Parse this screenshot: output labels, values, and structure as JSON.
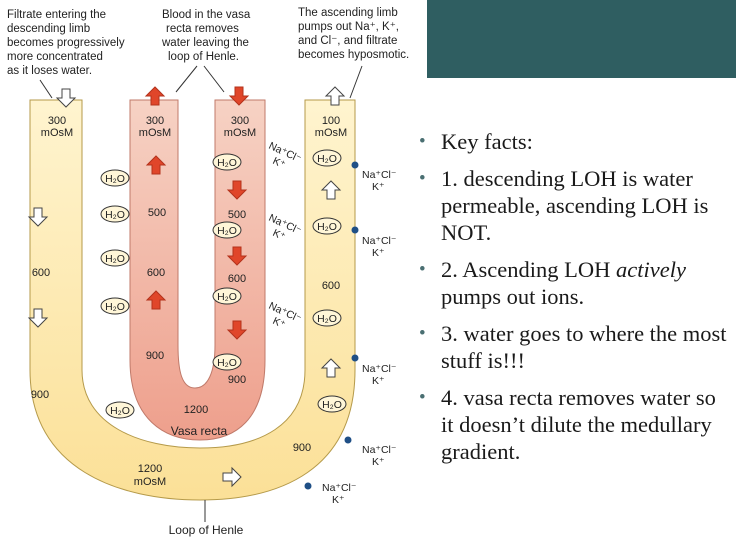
{
  "captions": {
    "descending": [
      "Filtrate entering the",
      "descending limb",
      "becomes progressively",
      "more concentrated",
      "as it loses water."
    ],
    "vasa": [
      "Blood in the vasa",
      "recta removes",
      "water leaving the",
      "loop of Henle."
    ],
    "ascending": [
      "The ascending limb",
      "pumps out Na⁺, K⁺,",
      "and Cl⁻, and filtrate",
      "becomes hyposmotic."
    ]
  },
  "osmolarity": {
    "top_desc": [
      "300",
      "mOsM"
    ],
    "top_vasa_in": [
      "300",
      "mOsM"
    ],
    "top_vasa_out": [
      "300",
      "mOsM"
    ],
    "top_asc": [
      "100",
      "mOsM"
    ],
    "vasa_500_left": "500",
    "vasa_500_right": "500",
    "desc_600": "600",
    "vasa_600_left": "600",
    "vasa_600_right": "600",
    "asc_600": "600",
    "vasa_900_left": "900",
    "vasa_900_right": "900",
    "desc_900": "900",
    "asc_900": "900",
    "vasa_1200": "1200",
    "bottom_1200": [
      "1200",
      "mOsM"
    ]
  },
  "labels": {
    "water": "H₂O",
    "vasa_recta": "Vasa recta",
    "loop": "Loop of Henle",
    "ions_a": "Na⁺Cl⁻",
    "ions_b": "K⁺"
  },
  "key_facts": [
    {
      "text": "Key facts:"
    },
    {
      "text": "1. descending LOH is water permeable, ascending LOH is NOT."
    },
    {
      "pre": "2. Ascending LOH ",
      "em": "actively",
      "post": " pumps out ions."
    },
    {
      "text": "3. water goes to where the most stuff is!!!"
    },
    {
      "text": "4. vasa recta removes water so it doesn’t dilute the medullary gradient."
    }
  ],
  "colors": {
    "accent_corner": "#2f5e61",
    "tubule_fill": "#fde9a6",
    "vasa_fill": "#f3b8a8",
    "active_arrow": "#e0462a",
    "pump_dot": "#1f4f86"
  }
}
